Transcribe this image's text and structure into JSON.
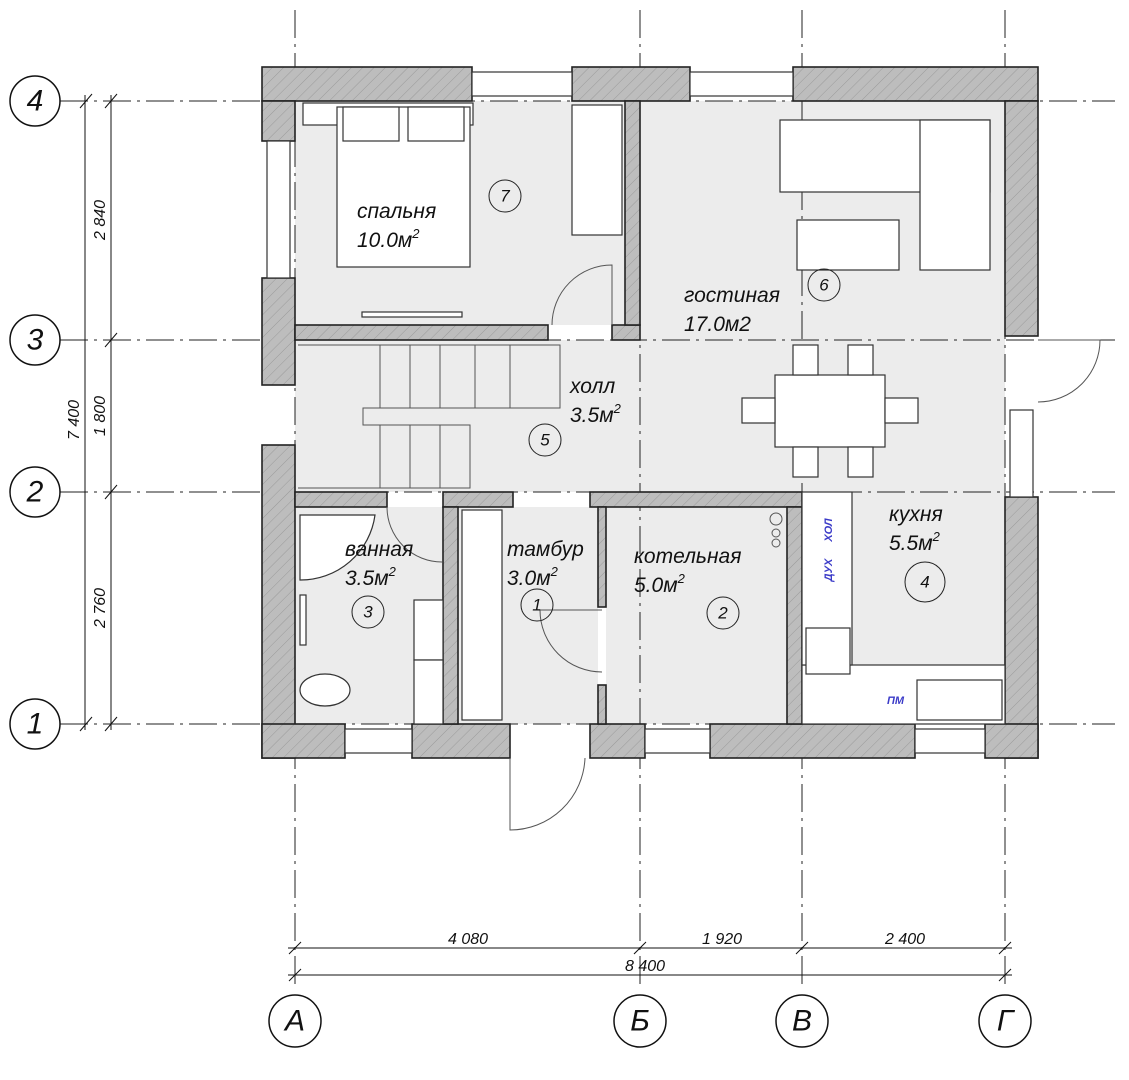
{
  "axes": {
    "rows": [
      "4",
      "3",
      "2",
      "1"
    ],
    "cols": [
      "А",
      "Б",
      "В",
      "Г"
    ]
  },
  "dimensions": {
    "vertical_total": "7 400",
    "vertical": [
      "2 840",
      "1 800",
      "2 760"
    ],
    "horizontal": [
      "4 080",
      "1 920",
      "2 400"
    ],
    "horizontal_total": "8 400"
  },
  "rooms": [
    {
      "name": "спальня",
      "area": "10.0м",
      "sup": "2",
      "number": "7"
    },
    {
      "name": "гостиная",
      "area": "17.0м2",
      "sup": "",
      "number": "6"
    },
    {
      "name": "холл",
      "area": "3.5м",
      "sup": "2",
      "number": "5"
    },
    {
      "name": "ванная",
      "area": "3.5м",
      "sup": "2",
      "number": "3"
    },
    {
      "name": "тамбур",
      "area": "3.0м",
      "sup": "2",
      "number": "1"
    },
    {
      "name": "котельная",
      "area": "5.0м",
      "sup": "2",
      "number": "2"
    },
    {
      "name": "кухня",
      "area": "5.5м",
      "sup": "2",
      "number": "4"
    }
  ],
  "appliances": {
    "fridge": "ХОЛ",
    "oven": "ДУХ",
    "dishwasher": "ПМ"
  },
  "colors": {
    "wall": "#b8b8b8",
    "floor": "#ececec",
    "appliance_text": "#3b3bc8"
  }
}
